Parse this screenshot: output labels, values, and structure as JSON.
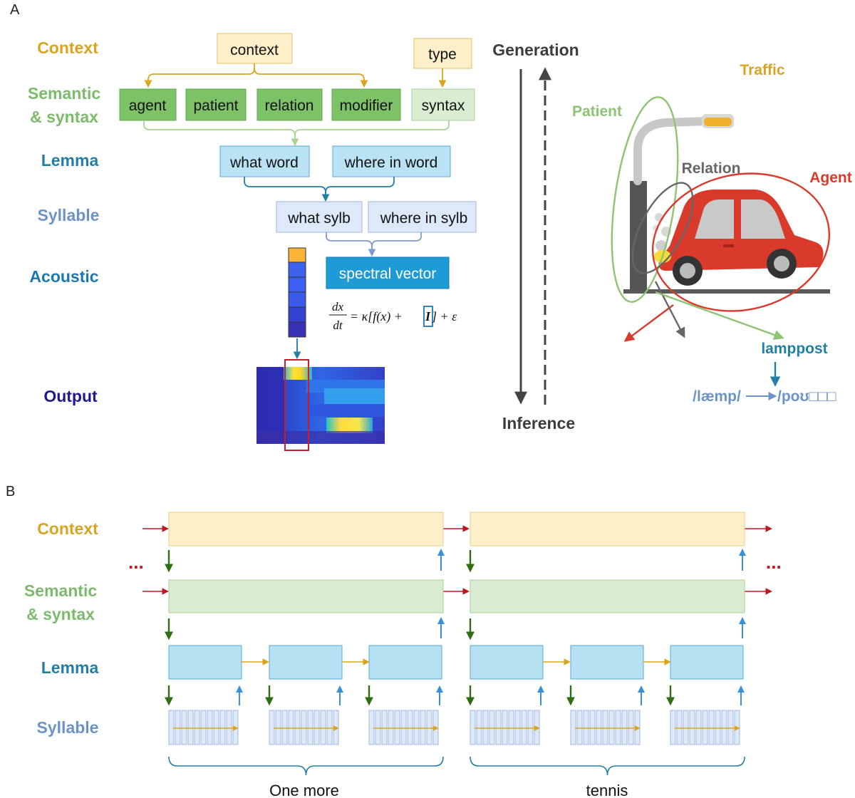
{
  "panel_a": {
    "label": "A",
    "levels": {
      "context": "Context",
      "semantic_1": "Semantic",
      "semantic_2": "& syntax",
      "lemma": "Lemma",
      "syllable": "Syllable",
      "acoustic": "Acoustic",
      "output": "Output"
    },
    "boxes": {
      "context": "context",
      "type": "type",
      "agent": "agent",
      "patient": "patient",
      "relation": "relation",
      "modifier": "modifier",
      "syntax": "syntax",
      "what_word": "what word",
      "where_in_word": "where in word",
      "what_sylb": "what sylb",
      "where_in_sylb": "where in sylb",
      "spectral_vector": "spectral vector"
    },
    "equation": {
      "num": "dx",
      "den": "dt",
      "rhs_1": "= κ[f(x) + ",
      "rhs_I": "I",
      "rhs_2": "] + ε"
    },
    "arrows": {
      "generation": "Generation",
      "inference": "Inference"
    },
    "scene": {
      "traffic": "Traffic",
      "patient": "Patient",
      "relation": "Relation",
      "agent": "Agent",
      "lamppost": "lamppost",
      "phon_1": "/læmp/",
      "phon_2": "/poʊ□□□"
    }
  },
  "panel_b": {
    "label": "B",
    "levels": {
      "context": "Context",
      "semantic_1": "Semantic",
      "semantic_2": "& syntax",
      "lemma": "Lemma",
      "syllable": "Syllable"
    },
    "ellipsis_left": "...",
    "ellipsis_right": "...",
    "words": [
      "One more",
      "tennis"
    ]
  },
  "colors": {
    "context_gold": "#d9a520",
    "semantic_green": "#7cba6c",
    "lemma_teal": "#1f7fa6",
    "syllable_blue": "#6b93c7",
    "acoustic_blue": "#1b78b3",
    "output_navy": "#1e1a8a",
    "agent_red": "#d93a2b",
    "relation_gray": "#666666",
    "arrow_red": "#c0161e",
    "arrow_green": "#2f6e12",
    "arrow_blue": "#3b8fd9"
  }
}
